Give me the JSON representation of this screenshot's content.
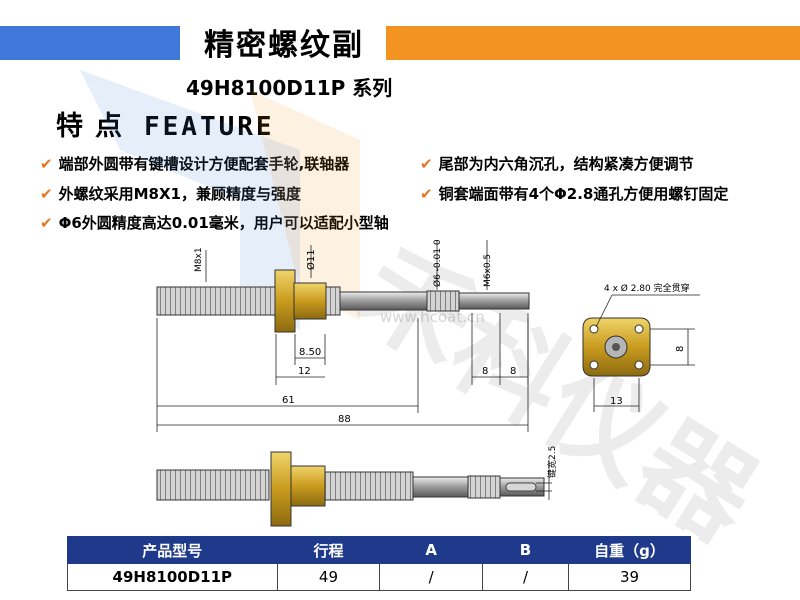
{
  "header": {
    "title": "精密螺纹副",
    "subtitle": "49H8100D11P 系列"
  },
  "features_heading": {
    "cn": "特点",
    "en": "FEATURE"
  },
  "features": [
    "端部外圆带有键槽设计方便配套手轮,联轴器",
    "尾部为内六角沉孔，结构紧凑方便调节",
    "外螺纹采用M8X1，兼顾精度与强度",
    "铜套端面带有4个Φ2.8通孔方便用螺钉固定",
    "Φ6外圆精度高达0.01毫米，用户可以适配小型轴"
  ],
  "watermark": {
    "url": "www.hcoat.cn",
    "brand": "禾科仪器"
  },
  "drawing": {
    "thread": "M8x1",
    "nut_dia": "Ø11",
    "shaft_dia": "Ø6 -0.01\n0",
    "end_thread": "M6x0.5",
    "dim_850": "8.50",
    "dim_12": "12",
    "dim_8a": "8",
    "dim_8b": "8",
    "dim_61": "61",
    "dim_88": "88",
    "hole_note": "4 x Ø 2.80 完全贯穿",
    "dim_8_side": "8",
    "dim_13": "13",
    "keyway_label": "键宽2.5"
  },
  "table": {
    "headers": [
      "产品型号",
      "行程",
      "A",
      "B",
      "自重（g）"
    ],
    "rows": [
      [
        "49H8100D11P",
        "49",
        "/",
        "/",
        "39"
      ]
    ]
  },
  "colors": {
    "blue_bar": "#3f78d8",
    "orange_bar": "#f39322",
    "table_header": "#1f3a8a",
    "check": "#e8761e",
    "brass": "#c9a227"
  }
}
